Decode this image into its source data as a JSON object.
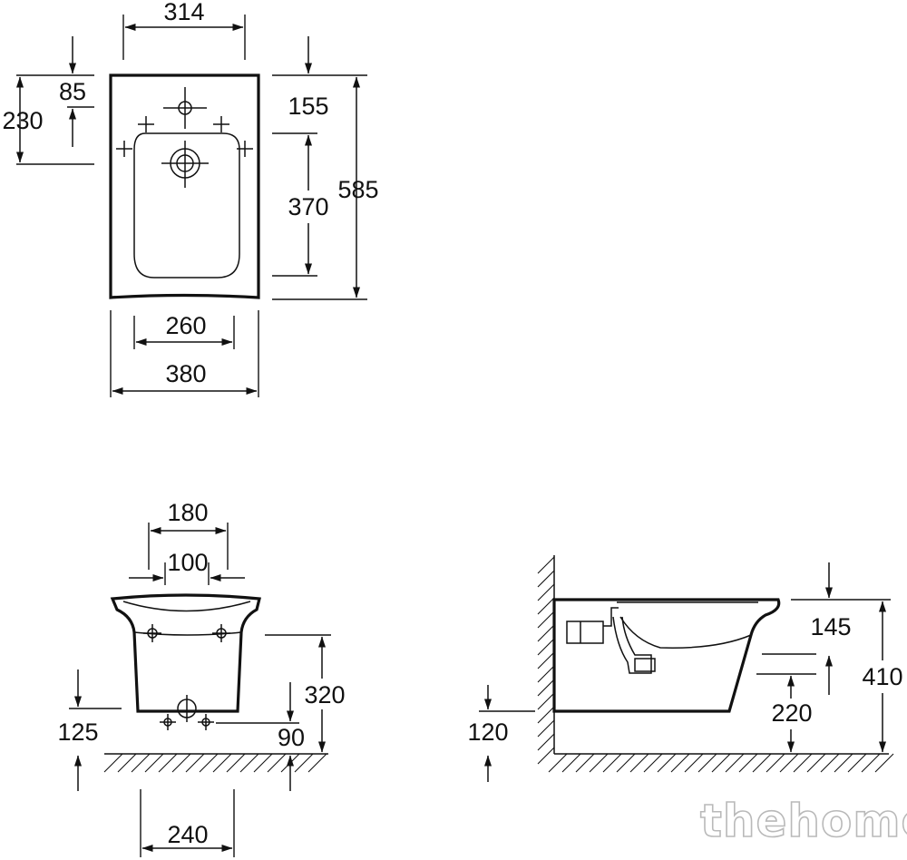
{
  "top_view": {
    "width_top": "314",
    "left_offset_short": "85",
    "left_offset_long": "230",
    "right_top": "155",
    "right_mid": "370",
    "right_total": "585",
    "bowl_width": "260",
    "total_width": "380"
  },
  "front_view": {
    "fixing_outer": "180",
    "fixing_inner": "100",
    "height": "320",
    "drain_height": "90",
    "left_height": "125",
    "base_width": "240"
  },
  "side_view": {
    "top_offset": "145",
    "height": "410",
    "left_height": "120",
    "fixing_height": "220"
  },
  "watermark": "thehome"
}
